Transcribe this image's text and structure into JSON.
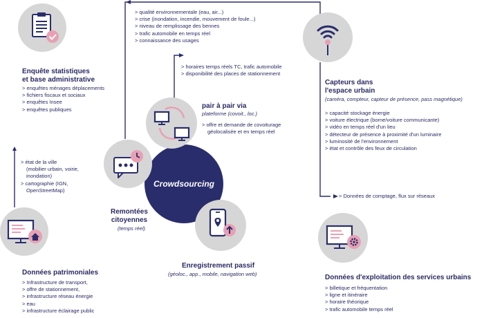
{
  "center": {
    "label": "Crowdsourcing"
  },
  "enquete": {
    "title_line1": "Enquête statistiques",
    "title_line2": "et base administrative",
    "items": [
      "enquêtes ménages déplacements",
      "fichiers fiscaux et sociaux",
      "enquêtes Insee",
      "enquêtes publiques"
    ],
    "icon": "clipboard-check-icon"
  },
  "top_list": {
    "items": [
      "qualité environnementale (eau, air...)",
      "crise (inondation, incendie, mouvement de foule...)",
      "niveau de remplissage des bennes",
      "trafic automobile en temps réel",
      "connaissance des usages"
    ]
  },
  "mid_list": {
    "items": [
      "horaires temps réels TC, trafic automobile",
      "disponibilité des places de stationnement"
    ]
  },
  "capteurs": {
    "title_line1": "Capteurs dans",
    "title_line2": "l'espace urbain",
    "subtitle": "(caméra, compteur, capteur de présence, pass magnétique)",
    "items": [
      "capacité stockage énergie",
      "voiture électrique (borne/voiture communicante)",
      "vidéo en temps réel d'un lieu",
      "détecteur de présence à proximité d'un luminaire",
      "luminosité de l'environnement",
      "état et contrôle des feux de circulation"
    ],
    "icon": "wireless-sensor-icon"
  },
  "pair": {
    "title": "pair à pair via",
    "subtitle": "plateforme (covoit., loc.)",
    "item_line1": "offre et demande de covoiturage",
    "item_line2": "géolocalisée et en temps réel",
    "icon": "peer-to-peer-monitors-icon"
  },
  "comptage": {
    "item": "Données de comptage, flux sur réseaux"
  },
  "ville": {
    "item1_line1": "état de la ville",
    "item1_line2": "(mobilier urbain, voirie,",
    "item1_line3": "inondation)",
    "item2_line1": "cartographie (IGN,",
    "item2_line2": "OpenStreetMap)"
  },
  "remontees": {
    "title_line1": "Remontées",
    "title_line2": "citoyennes",
    "subtitle": "(temps réel)",
    "icon": "chat-bubble-clock-icon"
  },
  "patrimoniales": {
    "title": "Données patrimoniales",
    "items": [
      "Infrastructure de transport,",
      "offre de stationnement,",
      "infrastructure réseau énergie",
      "eau",
      "infrastructure éclairage public"
    ],
    "icon": "monitor-home-icon"
  },
  "passif": {
    "title": "Enregistrement passif",
    "subtitle": "(géoloc., app., mobile, navigation web)",
    "icon": "phone-location-upload-icon"
  },
  "exploitation": {
    "title": "Données d'exploitation des services urbains",
    "items": [
      "billetique et fréquentation",
      "ligne et itinéraire",
      "horaire théorique",
      "trafic automobile temps réel"
    ],
    "icon": "monitor-gear-icon"
  },
  "colors": {
    "navy": "#2a2d6b",
    "pink": "#e8a0b4",
    "grey": "#d6d6d6",
    "text": "#2a2a63"
  }
}
